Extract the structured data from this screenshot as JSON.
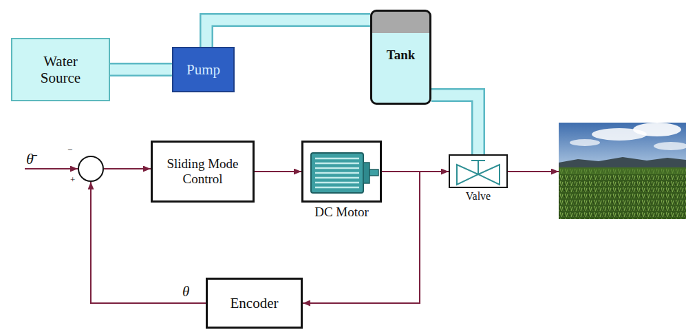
{
  "diagram": {
    "nodes": [
      {
        "text": [
          "Water Source"
        ]
      },
      {
        "text": [
          "Pump"
        ]
      },
      {
        "text": [
          "Tank"
        ]
      },
      {
        "text": [
          "−",
          "+"
        ]
      },
      {
        "text": [
          "Sliding Mode Control"
        ]
      },
      {
        "text": [
          "DC Motor"
        ]
      },
      {
        "text": [
          "Valve"
        ]
      },
      {
        "text": [
          "Encoder"
        ]
      }
    ],
    "edges": [
      {
        "from": 0,
        "to": 1,
        "arrow": "none"
      },
      {
        "from": 1,
        "to": 2,
        "arrow": "none"
      },
      {
        "from": 2,
        "to": 6,
        "arrow": "none"
      },
      {
        "from": 3,
        "to": 4,
        "arrow": "to"
      },
      {
        "from": 4,
        "to": 5,
        "arrow": "to"
      },
      {
        "from": 5,
        "to": 6,
        "arrow": "to"
      },
      {
        "from": 5,
        "to": 7,
        "arrow": "to"
      },
      {
        "from": 7,
        "to": 3,
        "label": "θ",
        "arrow": "to"
      }
    ],
    "labels": [
      "θ̄"
    ]
  }
}
